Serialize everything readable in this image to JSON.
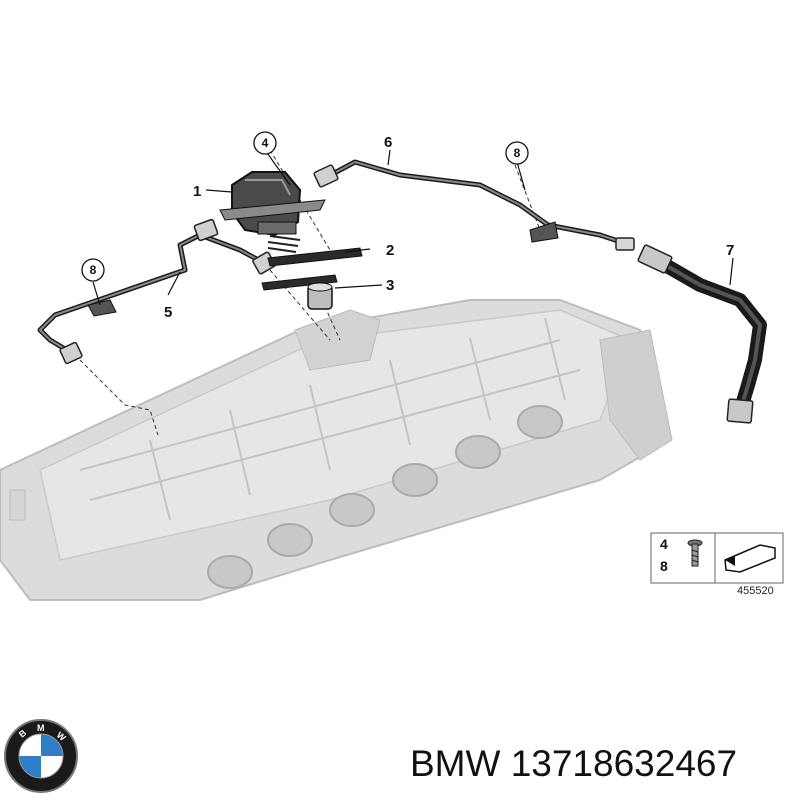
{
  "callouts": {
    "c1": "1",
    "c2": "2",
    "c3": "3",
    "c4": "4",
    "c5": "5",
    "c6": "6",
    "c7": "7",
    "c8_left": "8",
    "c8_right": "8"
  },
  "legend": {
    "num_top": "4",
    "num_bottom": "8",
    "reference": "455520"
  },
  "logo": {
    "letter_b": "B",
    "letter_m": "M",
    "letter_w": "W"
  },
  "footer": {
    "text": "BMW 13718632467"
  },
  "colors": {
    "engine_gray": "#d9d9d9",
    "line_dark": "#1a1a1a",
    "bmw_blue": "#2f7fc6"
  }
}
